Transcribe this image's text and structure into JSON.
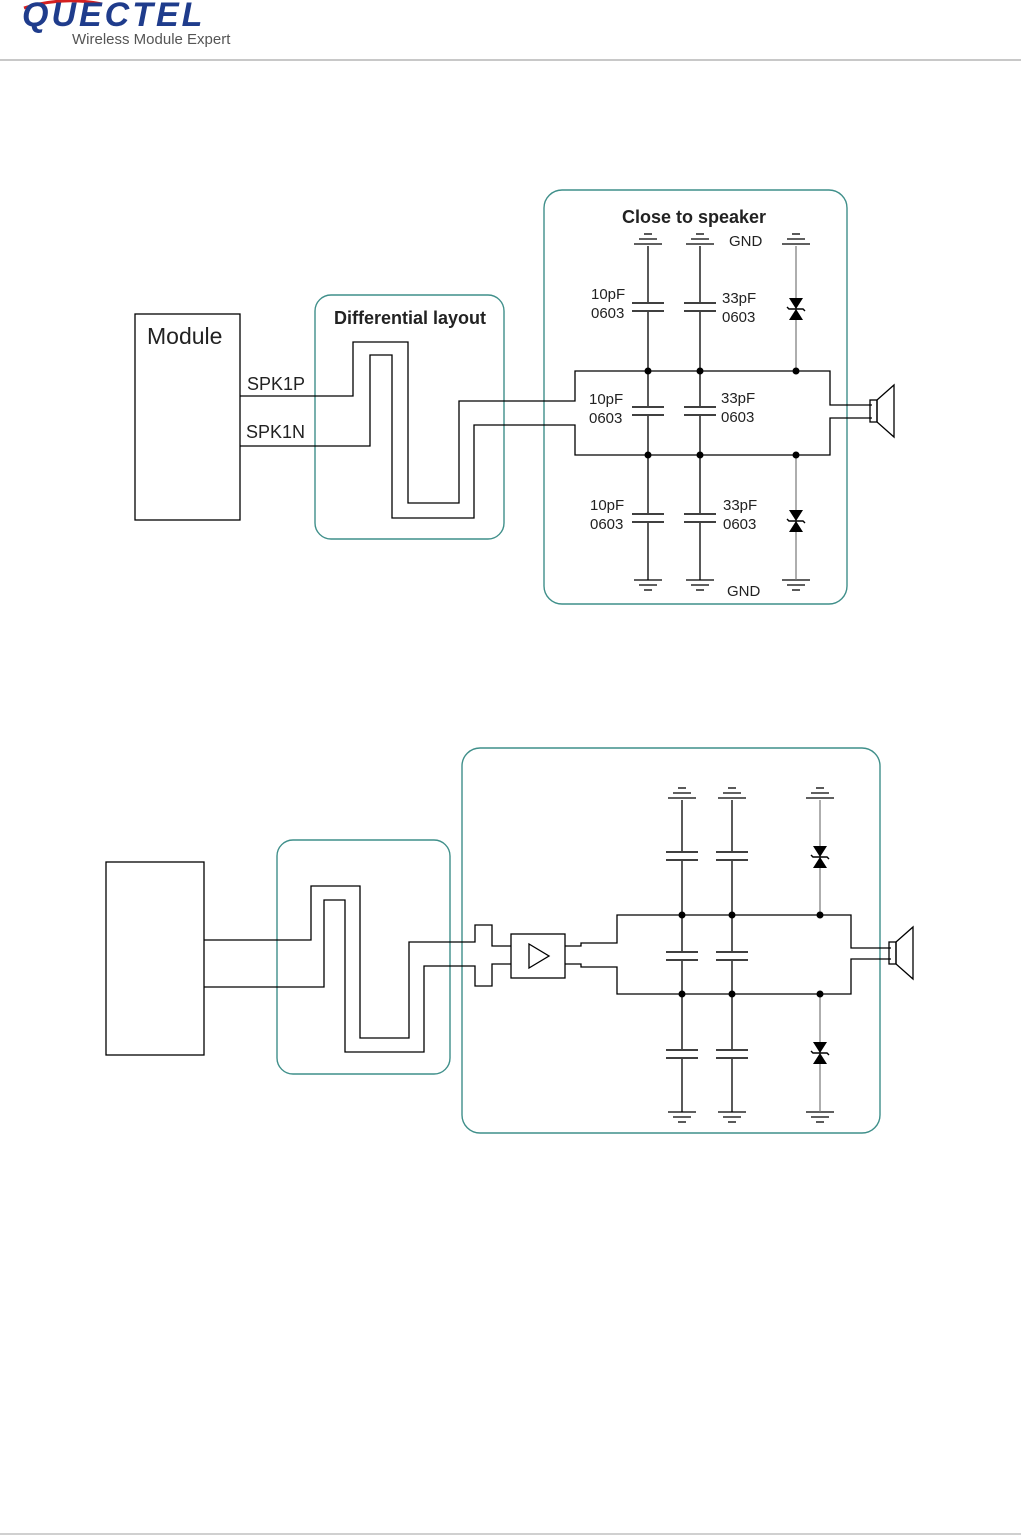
{
  "header": {
    "brand": "QUECTEL",
    "tagline": "Wireless Module Expert",
    "brand_color": "#1f3c8c"
  },
  "diagram1": {
    "module_label": "Module",
    "signal_p": "SPK1P",
    "signal_n": "SPK1N",
    "diff_zone_title": "Differential layout",
    "speaker_zone_title": "Close to speaker",
    "gnd_top": "GND",
    "gnd_bottom": "GND",
    "cap_top_left": {
      "value": "10pF",
      "package": "0603"
    },
    "cap_top_right": {
      "value": "33pF",
      "package": "0603"
    },
    "cap_mid_left": {
      "value": "10pF",
      "package": "0603"
    },
    "cap_mid_right": {
      "value": "33pF",
      "package": "0603"
    },
    "cap_bot_left": {
      "value": "10pF",
      "package": "0603"
    },
    "cap_bot_right": {
      "value": "33pF",
      "package": "0603"
    }
  },
  "colors": {
    "zone_stroke": "#3f8f8a",
    "wire": "#000000"
  }
}
